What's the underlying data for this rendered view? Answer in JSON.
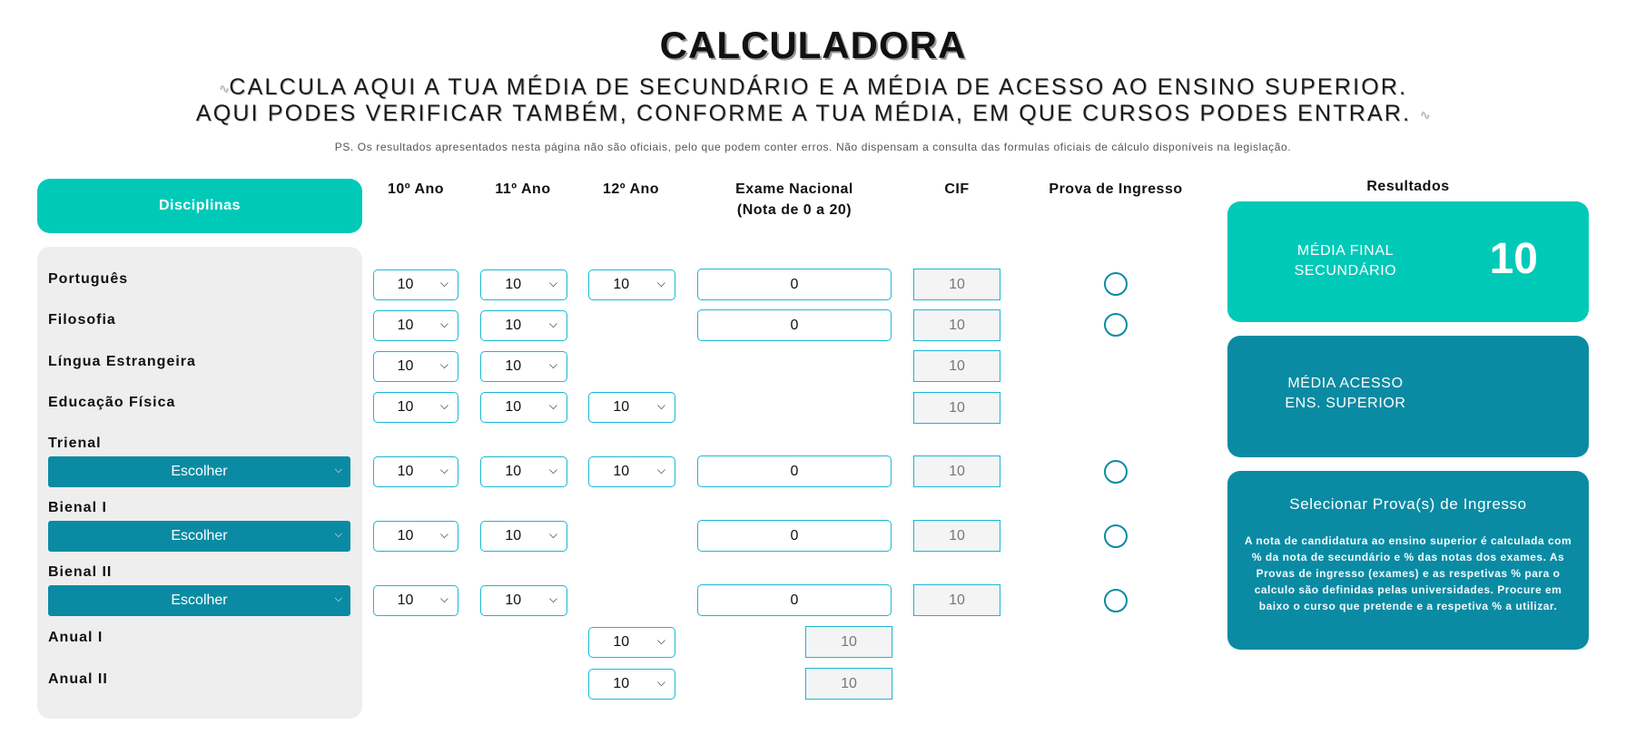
{
  "header": {
    "title": "CALCULADORA",
    "subtitle_line1": "CALCULA AQUI A TUA MÉDIA DE SECUNDÁRIO E A MÉDIA DE ACESSO AO ENSINO SUPERIOR.",
    "subtitle_line2": "AQUI PODES VERIFICAR TAMBÉM, CONFORME A TUA MÉDIA, EM QUE CURSOS PODES ENTRAR.",
    "disclaimer": "PS. Os resultados apresentados nesta página não são oficiais, pelo que podem conter erros. Não dispensam a consulta das formulas oficiais de cálculo disponíveis na legislação."
  },
  "columns": {
    "disciplinas": "Disciplinas",
    "ano10": "10º Ano",
    "ano11": "11º Ano",
    "ano12": "12º Ano",
    "exame_line1": "Exame Nacional",
    "exame_line2": "(Nota de 0 a 20)",
    "cif": "CIF",
    "prova": "Prova de Ingresso",
    "resultados": "Resultados"
  },
  "subjects": {
    "portugues": {
      "name": "Português",
      "g10": "10",
      "g11": "10",
      "g12": "10",
      "exame": "0",
      "cif": "10"
    },
    "filosofia": {
      "name": "Filosofia",
      "g10": "10",
      "g11": "10",
      "exame": "0",
      "cif": "10"
    },
    "lingua": {
      "name": "Língua Estrangeira",
      "g10": "10",
      "g11": "10",
      "cif": "10"
    },
    "edfisica": {
      "name": "Educação Física",
      "g10": "10",
      "g11": "10",
      "g12": "10",
      "cif": "10"
    },
    "trienal": {
      "name": "Trienal",
      "choice": "Escolher",
      "g10": "10",
      "g11": "10",
      "g12": "10",
      "exame": "0",
      "cif": "10"
    },
    "bienal1": {
      "name": "Bienal I",
      "choice": "Escolher",
      "g10": "10",
      "g11": "10",
      "exame": "0",
      "cif": "10"
    },
    "bienal2": {
      "name": "Bienal II",
      "choice": "Escolher",
      "g10": "10",
      "g11": "10",
      "exame": "0",
      "cif": "10"
    },
    "anual1": {
      "name": "Anual I",
      "g12": "10",
      "cif": "10"
    },
    "anual2": {
      "name": "Anual II",
      "g12": "10",
      "cif": "10"
    }
  },
  "results": {
    "media_final_line1": "MÉDIA FINAL",
    "media_final_line2": "SECUNDÁRIO",
    "media_final_value": "10",
    "media_acesso_line1": "MÉDIA ACESSO",
    "media_acesso_line2": "ENS. SUPERIOR",
    "prova_title": "Selecionar Prova(s) de Ingresso",
    "prova_desc": "A nota de candidatura ao ensino superior é calculada com % da nota de secundário e % das notas dos exames. As Provas de ingresso (exames) e as respetivas % para o calculo são definidas pelas universidades. Procure em baixo o curso que pretende e a respetiva % a utilizar."
  },
  "colors": {
    "teal": "#00c9b8",
    "petrol": "#0a8ba3",
    "border": "#19b7d6",
    "panel": "#eeeeee"
  }
}
